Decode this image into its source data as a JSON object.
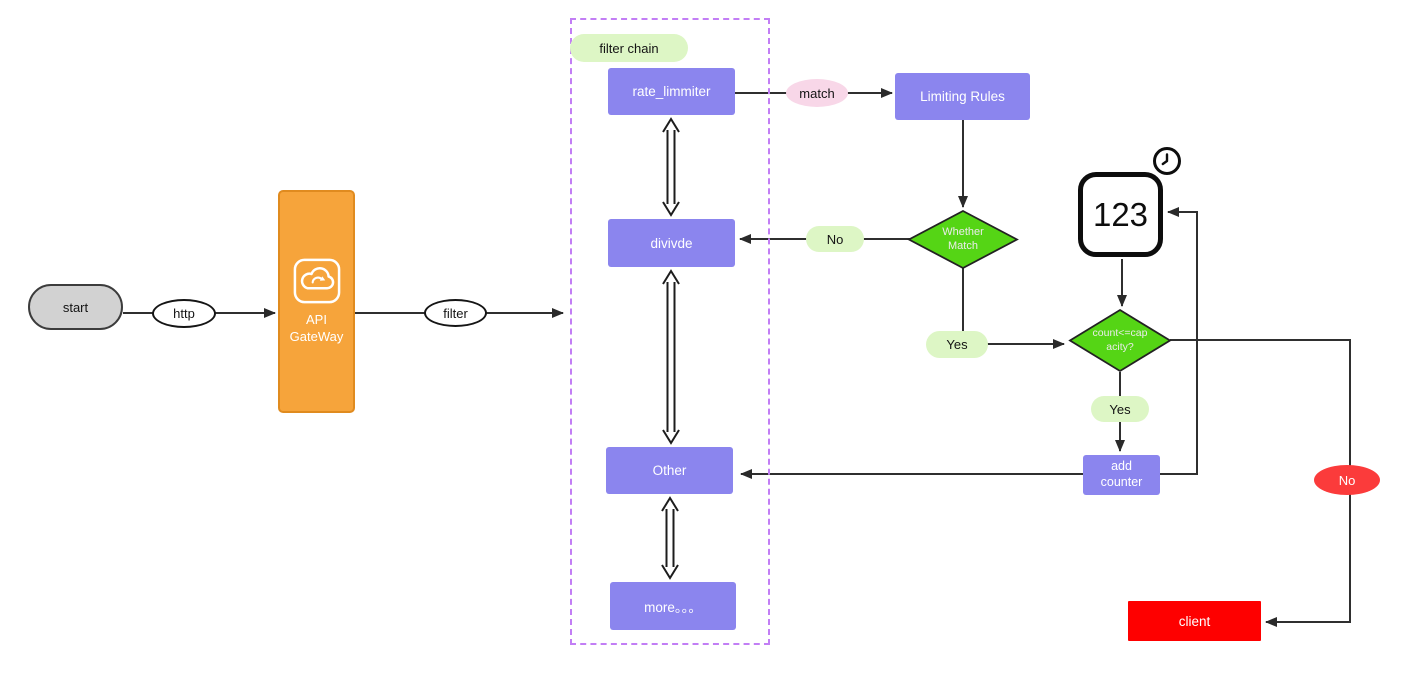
{
  "colors": {
    "purple_node": "#8b85ee",
    "orange_gateway": "#f6a43b",
    "green_diamond": "#55d515",
    "green_pill": "#ddf6c5",
    "pink_oval": "#f8d7e8",
    "red_client": "#fe0000",
    "red_oval": "#fb3b3b",
    "gray_start": "#d2d2d2",
    "dashed_border": "#c27ef5"
  },
  "nodes": {
    "start": "start",
    "http": "http",
    "api_gateway": "API\nGateWay",
    "filter": "filter",
    "filter_chain": "filter chain",
    "rate_limiter": "rate_limmiter",
    "divide": "divivde",
    "other": "Other",
    "more": "more。。。",
    "match": "match",
    "limiting_rules": "Limiting Rules",
    "whether_match": "Whether\nMatch",
    "no_to_divide": "No",
    "yes_to_count": "Yes",
    "count_capacity": "count<=cap\nacity?",
    "counter_icon_text": "123",
    "yes_to_add": "Yes",
    "add_counter": "add\ncounter",
    "no_to_client": "No",
    "client": "client"
  }
}
